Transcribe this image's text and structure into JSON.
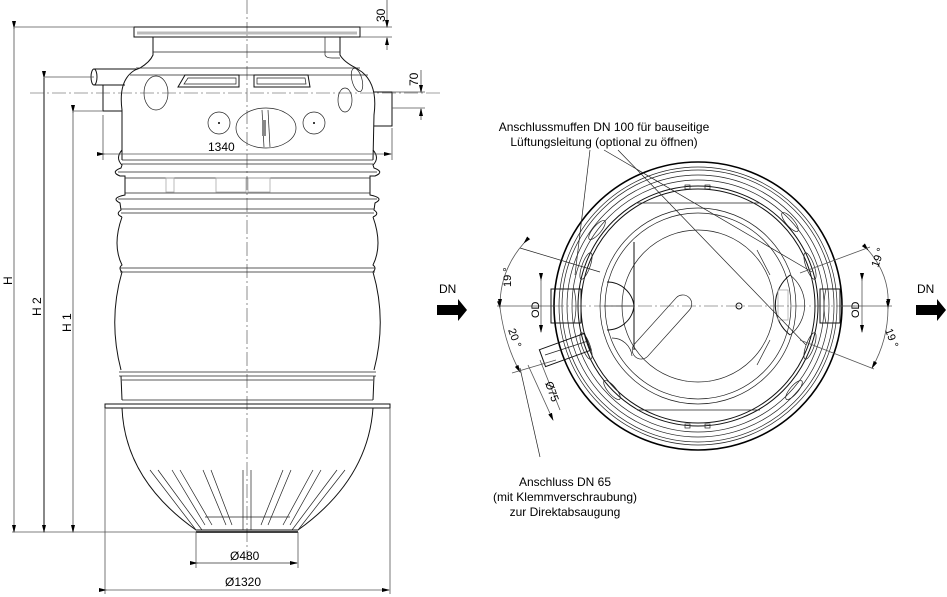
{
  "side_view": {
    "dimensions": {
      "cover_height": "30",
      "pipe_offset": "70",
      "width_upper": "1340",
      "diameter_base": "Ø480",
      "diameter_flange": "Ø1320",
      "height_total": "H",
      "height_2": "H 2",
      "height_1": "H 1"
    }
  },
  "top_view": {
    "flow_label_left": "DN",
    "flow_label_right": "DN",
    "angles": {
      "left_upper": "19 °",
      "left_lower": "20 °",
      "right_upper": "19 °",
      "right_lower": "19 °"
    },
    "od_left": "OD",
    "od_right": "OD",
    "pipe_diameter": "Ø75",
    "annotation_top": {
      "line1": "Anschlussmuffen DN 100 für bauseitige",
      "line2": "Lüftungsleitung (optional zu öffnen)"
    },
    "annotation_bottom": {
      "line1": "Anschluss DN 65",
      "line2": "(mit Klemmverschraubung)",
      "line3": "zur Direktabsaugung"
    }
  }
}
